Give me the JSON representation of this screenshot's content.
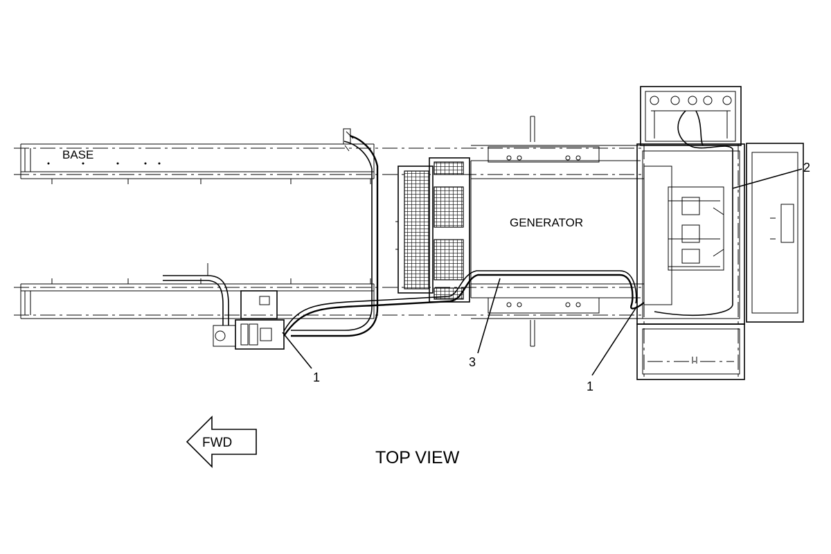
{
  "drawing": {
    "base_label": "BASE",
    "generator_label": "GENERATOR",
    "view_title": "TOP VIEW",
    "fwd_label": "FWD",
    "callouts": [
      {
        "text": "1"
      },
      {
        "text": "3"
      },
      {
        "text": "1"
      },
      {
        "text": "2"
      }
    ]
  }
}
